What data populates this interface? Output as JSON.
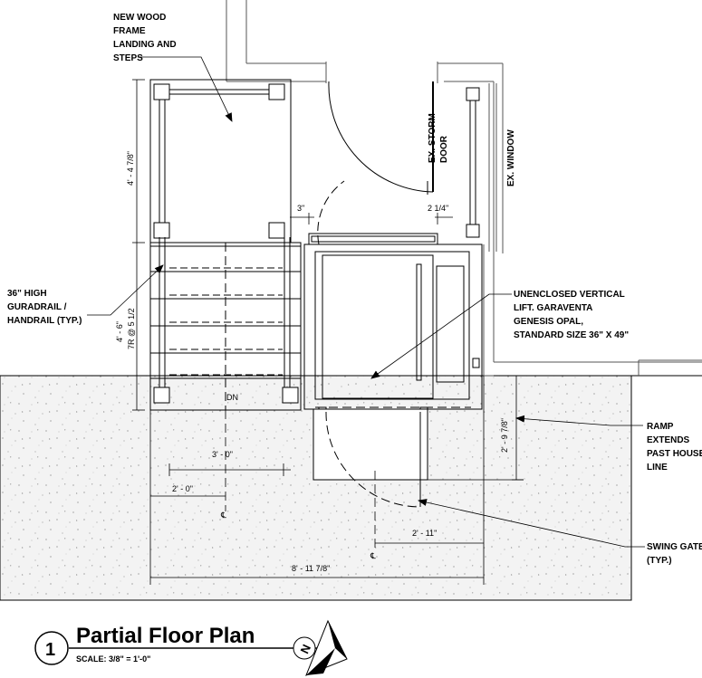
{
  "notes": {
    "landing": [
      "NEW WOOD",
      "FRAME",
      "LANDING AND",
      "STEPS"
    ],
    "guardrail": [
      "36\" HIGH",
      "GURADRAIL /",
      "HANDRAIL (TYP.)"
    ],
    "lift": [
      "UNENCLOSED VERTICAL",
      "LIFT. GARAVENTA",
      "GENESIS OPAL,",
      "STANDARD SIZE 36\" X 49\""
    ],
    "ramp": [
      "RAMP",
      "EXTENDS",
      "PAST HOUSE",
      "LINE"
    ],
    "swing_gate": [
      "SWING GATE",
      "(TYP.)"
    ],
    "storm_door": [
      "EX. STORM",
      "DOOR"
    ],
    "window": "EX. WINDOW",
    "down": "DN"
  },
  "dimensions": {
    "landing_depth": "4' - 4 7/8\"",
    "stair_run": "4' - 6\"",
    "riser_spec": "7R @ 5 1/2",
    "gap_3": "3\"",
    "gap_2_1_4": "2 1/4\"",
    "stair_width": "3' - 0\"",
    "offset_2_0": "2' - 0\"",
    "offset_2_11": "2' - 11\"",
    "ramp_ext": "2' - 9 7/8\"",
    "overall": "8' - 11 7/8\"",
    "centerline": "℄"
  },
  "title_block": {
    "number": "1",
    "title": "Partial Floor Plan",
    "scale": "SCALE: 3/8\" = 1'-0\""
  },
  "north_arrow": {
    "letter": "N",
    "icon": "north-arrow-icon"
  }
}
